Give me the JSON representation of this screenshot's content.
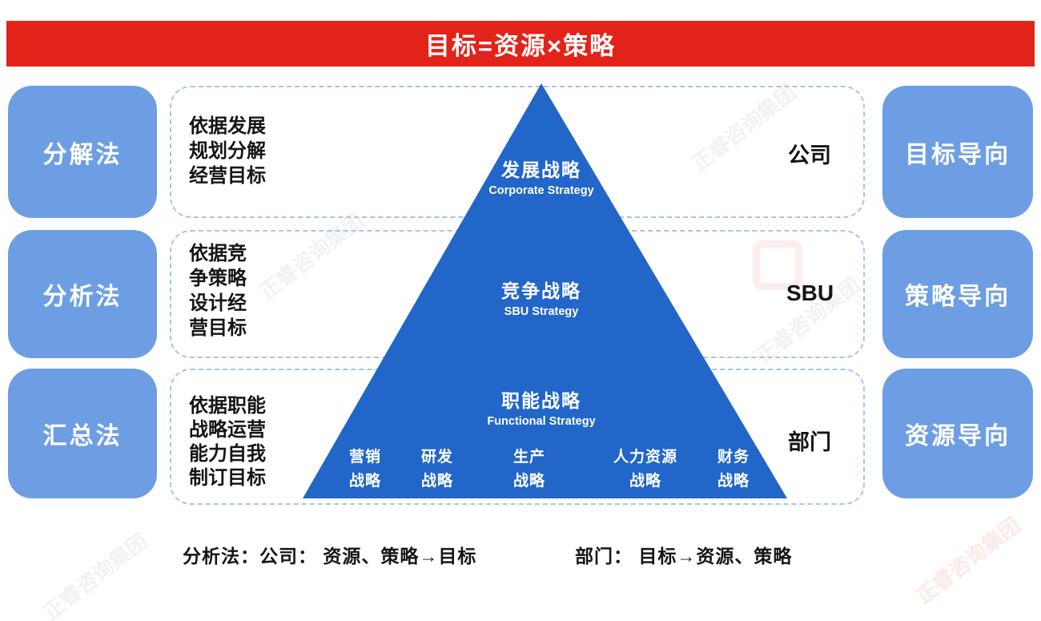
{
  "watermark_text": "正睿咨询集团",
  "banner": {
    "title": "目标=资源×策略"
  },
  "left_methods": [
    {
      "label": "分解法"
    },
    {
      "label": "分析法"
    },
    {
      "label": "汇总法"
    }
  ],
  "right_orientations": [
    {
      "label": "目标导向"
    },
    {
      "label": "策略导向"
    },
    {
      "label": "资源导向"
    }
  ],
  "pyramid": {
    "levels": [
      {
        "note": "依据发展\n规划分解\n经营目标",
        "title": "发展战略",
        "subtitle": "Corporate Strategy",
        "org": "公司"
      },
      {
        "note": "依据竞\n争策略\n设计经\n营目标",
        "title": "竞争战略",
        "subtitle": "SBU Strategy",
        "org": "SBU"
      },
      {
        "note": "依据职能\n战略运营\n能力自我\n制订目标",
        "title": "职能战略",
        "subtitle": "Functional Strategy",
        "org": "部门"
      }
    ],
    "functional_items": [
      "营销\n战略",
      "研发\n战略",
      "生产\n战略",
      "人力资源\n战略",
      "财务\n战略"
    ]
  },
  "footer": {
    "analysis": "分析法：公司： 资源、策略→目标",
    "department": "部门： 目标→资源、策略"
  },
  "colors": {
    "banner_red": "#e2231a",
    "side_blue": "#6d9ee3",
    "pyramid_blue": "#2166c8",
    "dashed_border": "#a6c4ec",
    "text_dark": "#151515"
  }
}
